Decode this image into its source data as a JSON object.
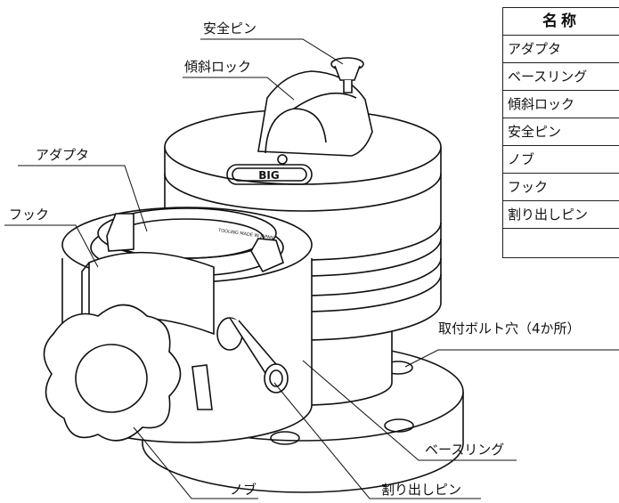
{
  "labels": {
    "safety_pin": "安全ピン",
    "tilt_lock": "傾斜ロック",
    "adapter": "アダプタ",
    "hook": "フック",
    "mount_holes": "取付ボルト穴（4か所）",
    "base_ring": "ベースリング",
    "knob": "ノブ",
    "index_pin": "割り出しピン"
  },
  "parts_table": {
    "header": "名称",
    "rows": [
      "アダプタ",
      "ベースリング",
      "傾斜ロック",
      "安全ピン",
      "ノブ",
      "フック",
      "割り出しピン"
    ]
  },
  "device_logo": "BIG",
  "adapter_engraving": "TOOLING MADE IN JAPAN",
  "colors": {
    "line": "#111111",
    "background": "#ffffff"
  }
}
